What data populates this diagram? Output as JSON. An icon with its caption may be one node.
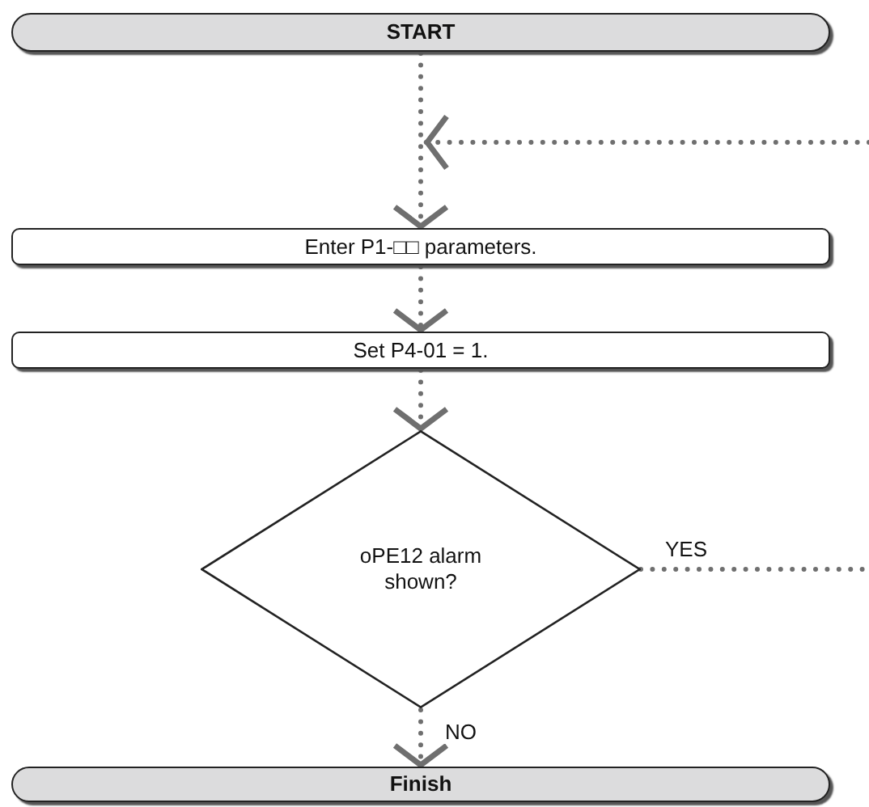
{
  "diagram": {
    "nodes": [
      {
        "text": [
          "START"
        ]
      },
      {
        "text": [
          "Enter P1-□□ parameters."
        ]
      },
      {
        "text": [
          "Set P4-01 = 1."
        ]
      },
      {
        "text": [
          "oPE12 alarm shown?"
        ]
      },
      {
        "text": [
          "Finish"
        ]
      }
    ],
    "edges": [
      {
        "from": 0,
        "to": 1,
        "arrow": "to",
        "style": "dashed"
      },
      {
        "from": 1,
        "to": 2,
        "arrow": "to",
        "style": "dashed"
      },
      {
        "from": 2,
        "to": 3,
        "arrow": "to",
        "style": "dashed"
      },
      {
        "from": 3,
        "to": 4,
        "label": "NO",
        "arrow": "to",
        "style": "dashed"
      },
      {
        "from": 3,
        "to": null,
        "label": "YES",
        "arrow": "none",
        "style": "dashed"
      },
      {
        "from": null,
        "to": 1,
        "arrow": "to",
        "style": "dashed"
      }
    ]
  }
}
